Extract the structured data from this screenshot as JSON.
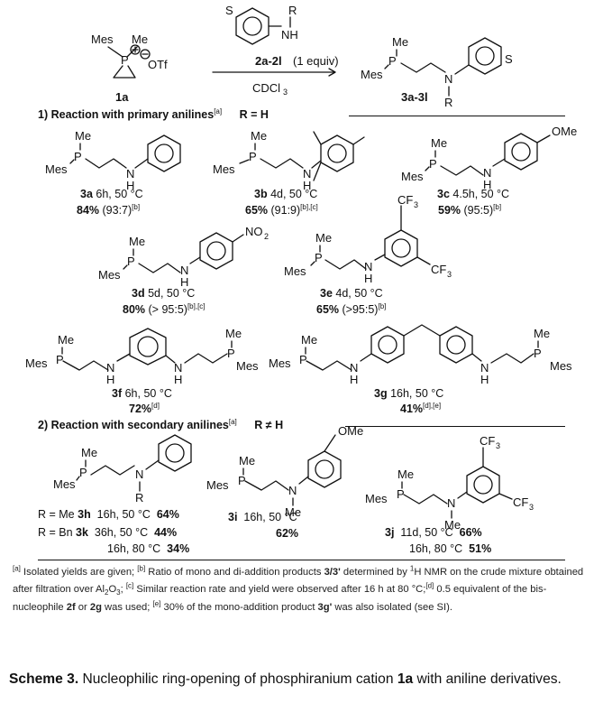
{
  "reaction": {
    "reactant_me": "Me",
    "reactant_mes": "Mes",
    "reactant_otf": "OTf",
    "reactant_label": "1a",
    "aniline_nh": "NH",
    "aniline_r": "R",
    "aniline_s": "S",
    "reagent_label": "2a-2l",
    "reagent_equiv": "(1 equiv)",
    "solvent": "CDCl",
    "solvent_sub": "3",
    "product_label": "3a-3l",
    "product_n": "N",
    "product_r": "R",
    "product_s": "S",
    "product_me": "Me",
    "product_mes": "Mes"
  },
  "section1": {
    "title": "1) Reaction with primary anilines",
    "note": "[a]",
    "condition": "R = H"
  },
  "section2": {
    "title": "2) Reaction with secondary anilines",
    "note": "[a]",
    "condition": "R ≠ H"
  },
  "atoms": {
    "me": "Me",
    "mes": "Mes",
    "p": "P",
    "n": "N",
    "nh_n": "N",
    "h": "H",
    "ome": "OMe",
    "no2": "NO",
    "no2_sub": "2",
    "cf3": "CF",
    "cf3_sub": "3",
    "r": "R"
  },
  "entries": {
    "3a": {
      "id": "3a",
      "cond": "6h, 50 °C",
      "yield": "84%",
      "ratio": "(93:7)",
      "note": "[b]"
    },
    "3b": {
      "id": "3b",
      "cond": "4d, 50 °C",
      "yield": "65%",
      "ratio": "(91:9)",
      "note": "[b],[c]"
    },
    "3c": {
      "id": "3c",
      "cond": "4.5h, 50 °C",
      "yield": "59%",
      "ratio": "(95:5)",
      "note": "[b]"
    },
    "3d": {
      "id": "3d",
      "cond": "5d, 50 °C",
      "yield": "80%",
      "ratio": "(> 95:5)",
      "note": "[b],[c]"
    },
    "3e": {
      "id": "3e",
      "cond": "4d, 50 °C",
      "yield": "65%",
      "ratio": "(>95:5)",
      "note": "[b]"
    },
    "3f": {
      "id": "3f",
      "cond": "6h, 50 °C",
      "yield": "72%",
      "note": "[d]"
    },
    "3g": {
      "id": "3g",
      "cond": "16h, 50 °C",
      "yield": "41%",
      "note": "[d],[e]"
    },
    "3h": {
      "prefix": "R = Me",
      "id": "3h",
      "cond": "16h, 50 °C",
      "yield": "64%"
    },
    "3k": {
      "prefix": "R = Bn",
      "id": "3k",
      "cond": "36h, 50 °C",
      "yield": "44%",
      "cond2": "16h, 80 °C",
      "yield2": "34%"
    },
    "3i": {
      "id": "3i",
      "cond": "16h, 50 °C",
      "yield": "62%"
    },
    "3j": {
      "id": "3j",
      "cond": "11d, 50 °C",
      "yield": "66%",
      "cond2": "16h, 80 °C",
      "yield2": "51%"
    }
  },
  "footnotes": {
    "a_mark": "[a]",
    "a": " Isolated yields are given; ",
    "b_mark": "[b]",
    "b1": " Ratio of mono and di-addition products ",
    "b_bold": "3/3'",
    "b2": " determined by ",
    "nmr_sup": "1",
    "b3": "H NMR on the crude mixture obtained after filtration over Al",
    "al_sub1": "2",
    "b4": "O",
    "al_sub2": "3",
    "b5": "; ",
    "c_mark": "[c]",
    "c": " Similar reaction rate and yield were observed after 16 h at 80 °C;",
    "d_mark": "[d]",
    "d1": " 0.5 equivalent of the bis-nucleophile ",
    "d_bold1": "2f",
    "d2": " or ",
    "d_bold2": "2g",
    "d3": " was used; ",
    "e_mark": "[e]",
    "e1": " 30% of the mono-addition product ",
    "e_bold": "3g'",
    "e2": " was also isolated (see SI)."
  },
  "caption": {
    "label": "Scheme 3.",
    "text1": " Nucleophilic ring-opening of phosphiranium cation ",
    "bold": "1a",
    "text2": " with aniline derivatives."
  }
}
